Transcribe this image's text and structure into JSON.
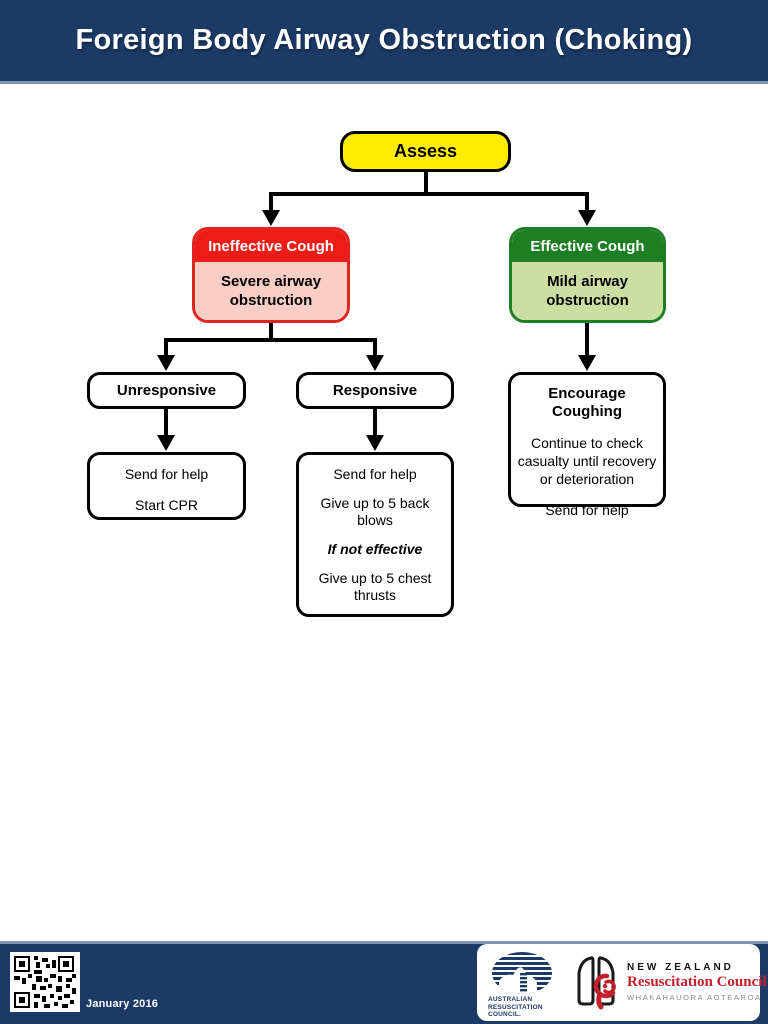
{
  "title": "Foreign Body Airway Obstruction (Choking)",
  "flowchart": {
    "assess": {
      "label": "Assess"
    },
    "ineffective": {
      "header": "Ineffective Cough",
      "body": "Severe airway obstruction"
    },
    "effective": {
      "header": "Effective Cough",
      "body": "Mild airway obstruction"
    },
    "unresponsive": {
      "label": "Unresponsive"
    },
    "responsive": {
      "label": "Responsive"
    },
    "unresponsive_actions": {
      "line1": "Send for help",
      "line2": "Start CPR"
    },
    "responsive_actions": {
      "line1": "Send for help",
      "line2": "Give up to 5 back blows",
      "line3": "If not effective",
      "line4": "Give up to 5 chest thrusts"
    },
    "encourage": {
      "header": "Encourage Coughing",
      "line1": "Continue to check casualty until recovery or deterioration",
      "line2": "Send for help"
    }
  },
  "footer": {
    "date": "January 2016",
    "arc_logo": {
      "line1": "AUSTRALIAN",
      "line2": "RESUSCITATION",
      "line3": "COUNCIL."
    },
    "nzrc_logo": {
      "line1": "NEW ZEALAND",
      "line2": "Resuscitation Council",
      "line3": "WHAKAHAUORA AOTEAROA"
    }
  },
  "icons": [
    "qr-code",
    "arc-logo-icon",
    "nzrc-lungs-icon",
    "koru-spiral-icon"
  ],
  "colors": {
    "navy": "#1B3A66",
    "navy_edge": "#8296B4",
    "assess_yellow": "#FFEC00",
    "severe_red": "#EE1C17",
    "severe_pink": "#F8CEC5",
    "mild_green": "#1E7E23",
    "mild_light_green": "#CBDFA3",
    "nzrc_red": "#C3202C",
    "line_black": "#000000"
  }
}
